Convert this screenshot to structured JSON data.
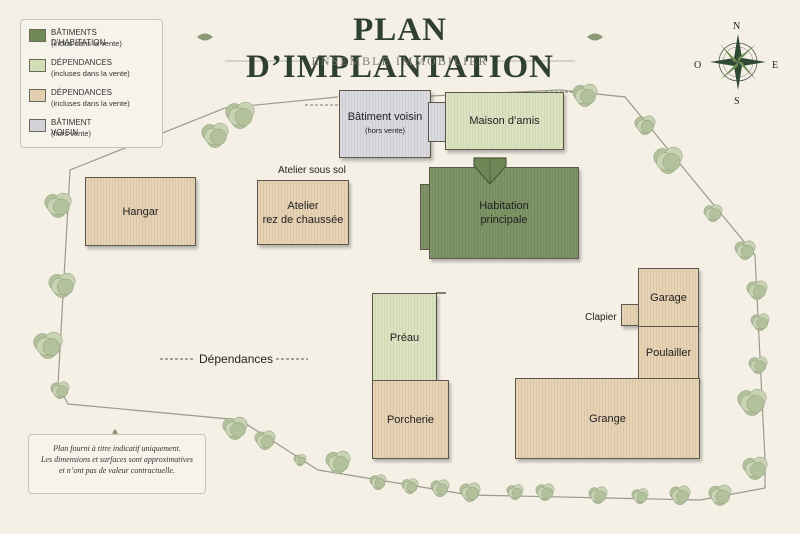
{
  "header": {
    "title": "PLAN D’IMPLANTATION",
    "subtitle": "ENSEMBLE IMMOBILIER"
  },
  "legend": {
    "items": [
      {
        "title": "BÂTIMENTS D’HABITATION",
        "sub": "(inclus dans la vente)",
        "color": "#6f8a57"
      },
      {
        "title": "DÉPENDANCES",
        "sub": "(incluses dans la vente)",
        "color": "#d3ddb6"
      },
      {
        "title": "DÉPENDANCES",
        "sub": "(incluses dans la vente)",
        "color": "#e3cfb0"
      },
      {
        "title": "BÂTIMENT VOISIN",
        "sub": "(hors vente)",
        "color": "#d2d2d8"
      }
    ]
  },
  "buildings": {
    "batiment_voisin": {
      "name": "Bâtiment voisin",
      "sub": "(hors vente)"
    },
    "maison_amis": {
      "name": "Maison d’amis"
    },
    "habitation": {
      "line1": "Habitation",
      "line2": "principale"
    },
    "hangar": {
      "name": "Hangar"
    },
    "atelier": {
      "line1": "Atelier",
      "line2": "rez de chaussée"
    },
    "preau": {
      "name": "Préau"
    },
    "porcherie": {
      "name": "Porcherie"
    },
    "garage": {
      "name": "Garage"
    },
    "poulailler": {
      "name": "Poulailler"
    },
    "grange": {
      "name": "Grange"
    }
  },
  "labels": {
    "atelier_sous_sol": "Atelier sous sol",
    "clapier": "Clapier",
    "dependances": "Dépendances"
  },
  "compass": {
    "n": "N",
    "s": "S",
    "e": "E",
    "o": "O"
  },
  "note": {
    "line1": "Plan fourni à titre indicatif uniquement.",
    "line2": "Les dimensions et surfaces sont approximatives",
    "line3": "et n’ont pas de valeur contractuelle."
  }
}
